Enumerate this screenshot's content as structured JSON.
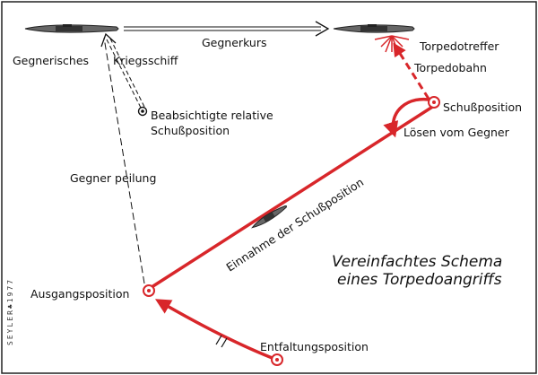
{
  "colors": {
    "red": "#d8262a",
    "ink": "#111111",
    "ship": "#555555"
  },
  "labels": {
    "gegnerisches": "Gegnerisches",
    "kriegsschiff": "Kriegsschiff",
    "gegnerkurs": "Gegnerkurs",
    "torpedotreffer": "Torpedotreffer",
    "torpedobahn": "Torpedobahn",
    "schussposition": "Schußposition",
    "loesen": "Lösen vom Gegner",
    "beabsichtigte_1": "Beabsichtigte relative",
    "beabsichtigte_2": "Schußposition",
    "peilung": "Gegner peilung",
    "einnahme": "Einnahme der Schußposition",
    "ausgangsposition": "Ausgangsposition",
    "entfaltungsposition": "Entfaltungsposition",
    "title_1": "Vereinfachtes Schema",
    "title_2": "eines Torpedoangriffs",
    "signature": "SEYLER♣1977"
  }
}
